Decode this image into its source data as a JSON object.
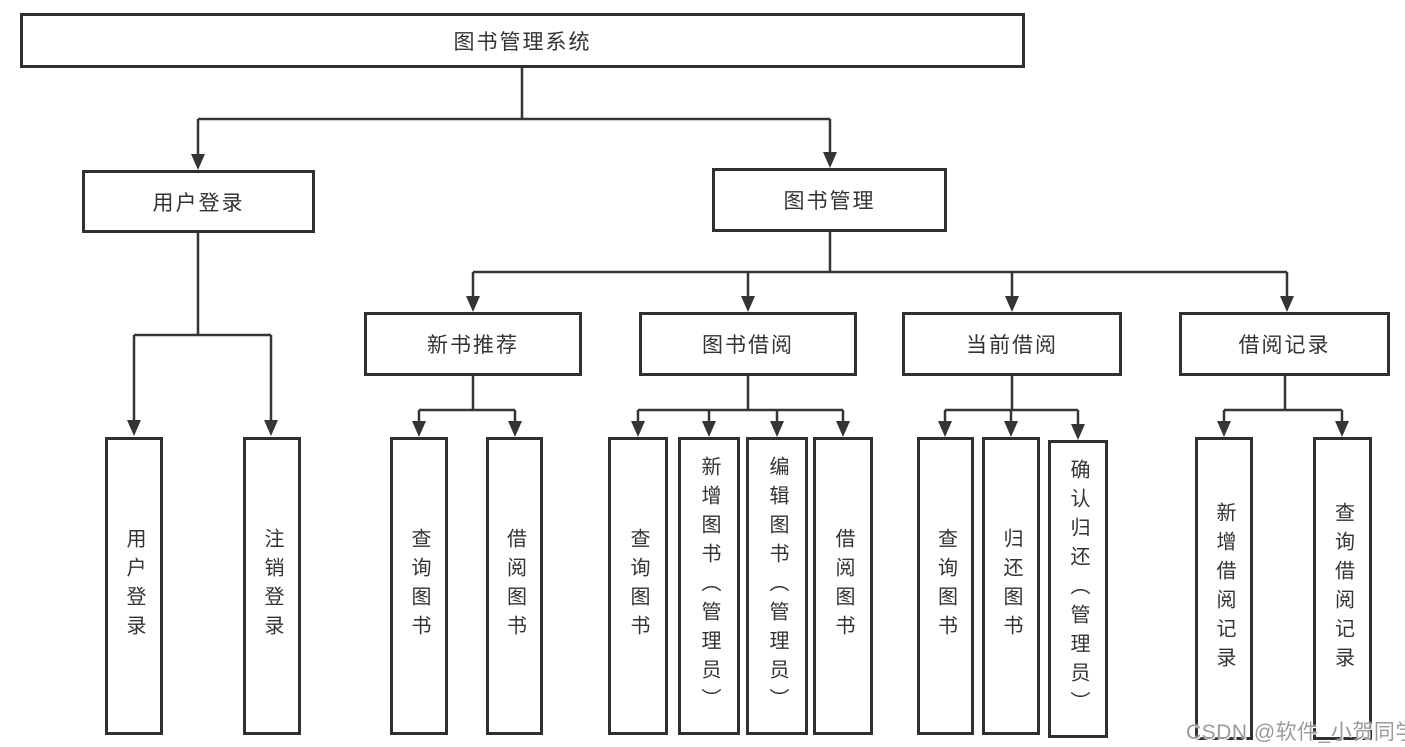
{
  "diagram": {
    "root": {
      "label": "图书管理系统"
    },
    "branches": [
      {
        "label": "用户登录",
        "children": [
          {
            "label": "用户登录"
          },
          {
            "label": "注销登录"
          }
        ]
      },
      {
        "label": "图书管理",
        "groups": [
          {
            "label": "新书推荐",
            "children": [
              {
                "label": "查询图书"
              },
              {
                "label": "借阅图书"
              }
            ]
          },
          {
            "label": "图书借阅",
            "children": [
              {
                "label": "查询图书"
              },
              {
                "label": "新增图书（管理员）"
              },
              {
                "label": "编辑图书（管理员）"
              },
              {
                "label": "借阅图书"
              }
            ]
          },
          {
            "label": "当前借阅",
            "children": [
              {
                "label": "查询图书"
              },
              {
                "label": "归还图书"
              },
              {
                "label": "确认归还（管理员）"
              }
            ]
          },
          {
            "label": "借阅记录",
            "children": [
              {
                "label": "新增借阅记录"
              },
              {
                "label": "查询借阅记录"
              }
            ]
          }
        ]
      }
    ]
  },
  "watermark": {
    "text": "CSDN @软件_小贺同学"
  },
  "colors": {
    "line": "#353535",
    "box_border": "#303030",
    "text": "#333333",
    "watermark": "#9b9b9b",
    "background": "#ffffff"
  }
}
